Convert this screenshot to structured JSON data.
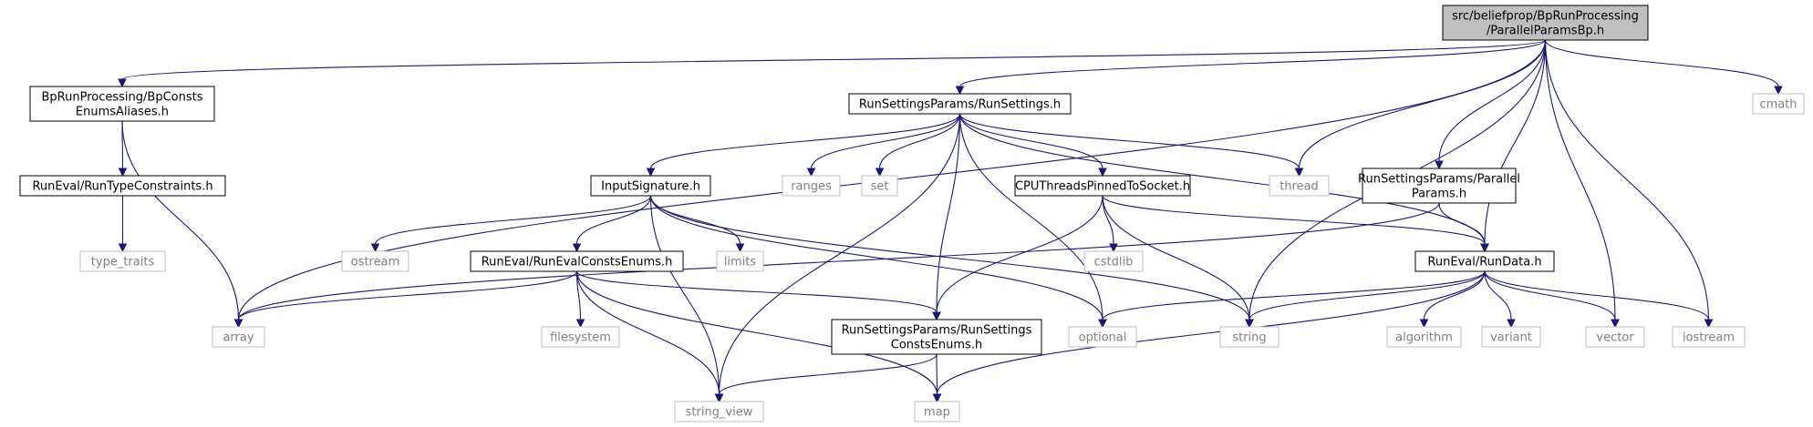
{
  "diagram": {
    "type": "include-dependency-graph",
    "colors": {
      "edge": "#191970",
      "root_fill": "#bfbfbf",
      "local_border": "#000000",
      "system_border": "#bfbfbf",
      "system_text": "#7f7f7f"
    },
    "nodes": [
      {
        "id": "root",
        "kind": "root",
        "lines": [
          "src/beliefprop/BpRunProcessing",
          "/ParallelParamsBp.h"
        ]
      },
      {
        "id": "bpconsts",
        "kind": "local",
        "lines": [
          "BpRunProcessing/BpConsts",
          "EnumsAliases.h"
        ]
      },
      {
        "id": "runsettings",
        "kind": "local",
        "lines": [
          "RunSettingsParams/RunSettings.h"
        ]
      },
      {
        "id": "runtypeconstraints",
        "kind": "local",
        "lines": [
          "RunEval/RunTypeConstraints.h"
        ]
      },
      {
        "id": "typetraits",
        "kind": "system",
        "lines": [
          "type_traits"
        ]
      },
      {
        "id": "inputsig",
        "kind": "local",
        "lines": [
          "InputSignature.h"
        ]
      },
      {
        "id": "ranges",
        "kind": "system",
        "lines": [
          "ranges"
        ]
      },
      {
        "id": "set",
        "kind": "system",
        "lines": [
          "set"
        ]
      },
      {
        "id": "cputhreads",
        "kind": "local",
        "lines": [
          "CPUThreadsPinnedToSocket.h"
        ]
      },
      {
        "id": "thread",
        "kind": "system",
        "lines": [
          "thread"
        ]
      },
      {
        "id": "parallelparams",
        "kind": "local",
        "lines": [
          "RunSettingsParams/Parallel",
          "Params.h"
        ]
      },
      {
        "id": "cmath",
        "kind": "system",
        "lines": [
          "cmath"
        ]
      },
      {
        "id": "ostream",
        "kind": "system",
        "lines": [
          "ostream"
        ]
      },
      {
        "id": "runevalconsts",
        "kind": "local",
        "lines": [
          "RunEval/RunEvalConstsEnums.h"
        ]
      },
      {
        "id": "limits",
        "kind": "system",
        "lines": [
          "limits"
        ]
      },
      {
        "id": "cstdlib",
        "kind": "system",
        "lines": [
          "cstdlib"
        ]
      },
      {
        "id": "rundata",
        "kind": "local",
        "lines": [
          "RunEval/RunData.h"
        ]
      },
      {
        "id": "array",
        "kind": "system",
        "lines": [
          "array"
        ]
      },
      {
        "id": "filesystem",
        "kind": "system",
        "lines": [
          "filesystem"
        ]
      },
      {
        "id": "rsconsts",
        "kind": "local",
        "lines": [
          "RunSettingsParams/RunSettings",
          "ConstsEnums.h"
        ]
      },
      {
        "id": "optional",
        "kind": "system",
        "lines": [
          "optional"
        ]
      },
      {
        "id": "string",
        "kind": "system",
        "lines": [
          "string"
        ]
      },
      {
        "id": "algorithm",
        "kind": "system",
        "lines": [
          "algorithm"
        ]
      },
      {
        "id": "variant",
        "kind": "system",
        "lines": [
          "variant"
        ]
      },
      {
        "id": "vector",
        "kind": "system",
        "lines": [
          "vector"
        ]
      },
      {
        "id": "iostream",
        "kind": "system",
        "lines": [
          "iostream"
        ]
      },
      {
        "id": "stringview",
        "kind": "system",
        "lines": [
          "string_view"
        ]
      },
      {
        "id": "map",
        "kind": "system",
        "lines": [
          "map"
        ]
      }
    ],
    "edges": [
      {
        "from": "root",
        "to": "bpconsts"
      },
      {
        "from": "root",
        "to": "array"
      },
      {
        "from": "root",
        "to": "runsettings"
      },
      {
        "from": "root",
        "to": "thread"
      },
      {
        "from": "root",
        "to": "parallelparams"
      },
      {
        "from": "root",
        "to": "string"
      },
      {
        "from": "root",
        "to": "rundata"
      },
      {
        "from": "root",
        "to": "vector"
      },
      {
        "from": "root",
        "to": "iostream"
      },
      {
        "from": "root",
        "to": "cmath"
      },
      {
        "from": "bpconsts",
        "to": "runtypeconstraints"
      },
      {
        "from": "bpconsts",
        "to": "array"
      },
      {
        "from": "runtypeconstraints",
        "to": "typetraits"
      },
      {
        "from": "runsettings",
        "to": "inputsig"
      },
      {
        "from": "runsettings",
        "to": "stringview"
      },
      {
        "from": "runsettings",
        "to": "ranges"
      },
      {
        "from": "runsettings",
        "to": "set"
      },
      {
        "from": "runsettings",
        "to": "rsconsts"
      },
      {
        "from": "runsettings",
        "to": "optional"
      },
      {
        "from": "runsettings",
        "to": "cputhreads"
      },
      {
        "from": "runsettings",
        "to": "thread"
      },
      {
        "from": "runsettings",
        "to": "rundata"
      },
      {
        "from": "inputsig",
        "to": "stringview"
      },
      {
        "from": "inputsig",
        "to": "ostream"
      },
      {
        "from": "inputsig",
        "to": "runevalconsts"
      },
      {
        "from": "inputsig",
        "to": "limits"
      },
      {
        "from": "inputsig",
        "to": "optional"
      },
      {
        "from": "inputsig",
        "to": "string"
      },
      {
        "from": "runevalconsts",
        "to": "array"
      },
      {
        "from": "runevalconsts",
        "to": "filesystem"
      },
      {
        "from": "runevalconsts",
        "to": "stringview"
      },
      {
        "from": "runevalconsts",
        "to": "map"
      },
      {
        "from": "runevalconsts",
        "to": "rsconsts"
      },
      {
        "from": "cputhreads",
        "to": "rsconsts"
      },
      {
        "from": "cputhreads",
        "to": "cstdlib"
      },
      {
        "from": "cputhreads",
        "to": "string"
      },
      {
        "from": "cputhreads",
        "to": "rundata"
      },
      {
        "from": "parallelparams",
        "to": "array"
      },
      {
        "from": "parallelparams",
        "to": "rundata"
      },
      {
        "from": "rsconsts",
        "to": "stringview"
      },
      {
        "from": "rsconsts",
        "to": "map"
      },
      {
        "from": "rundata",
        "to": "optional"
      },
      {
        "from": "rundata",
        "to": "string"
      },
      {
        "from": "rundata",
        "to": "map"
      },
      {
        "from": "rundata",
        "to": "algorithm"
      },
      {
        "from": "rundata",
        "to": "variant"
      },
      {
        "from": "rundata",
        "to": "vector"
      },
      {
        "from": "rundata",
        "to": "iostream"
      }
    ]
  }
}
